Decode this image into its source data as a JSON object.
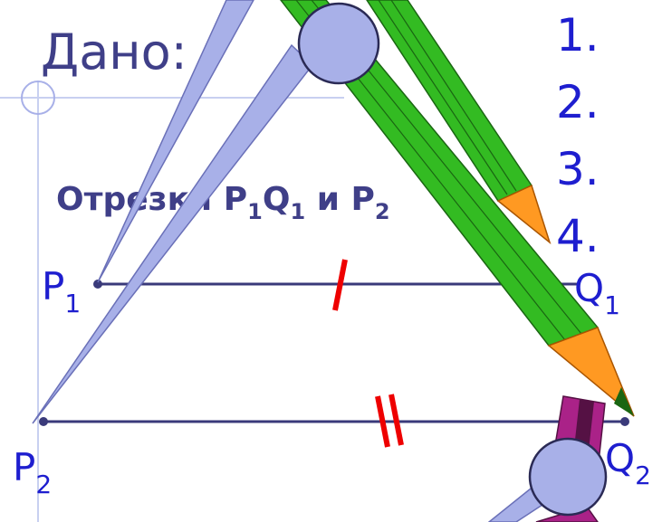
{
  "slide": {
    "title": "Дано:",
    "subtitle": {
      "prefix": "Отрезки P",
      "s1": "1",
      "mid": "Q",
      "s2": "1",
      "rest": " и P",
      "s3": "2"
    }
  },
  "steps": [
    "1.",
    "2.",
    "3.",
    "4."
  ],
  "points": {
    "p1": {
      "letter": "P",
      "index": "1"
    },
    "q1": {
      "letter": "Q",
      "index": "1"
    },
    "p2": {
      "letter": "P",
      "index": "2"
    },
    "q2": {
      "letter": "Q",
      "index": "2"
    }
  },
  "tick_marks": {
    "segment1": 1,
    "segment2": 2
  },
  "colors": {
    "text_dark": "#3f3f88",
    "text_blue": "#1e1ecf",
    "segment": "#3a3a7a",
    "tick": "#ee0000",
    "compass": "#a8b0e8",
    "pencil": "#33bb22",
    "pencil_tip": "#ff9922",
    "pencil2": "#aa2288"
  }
}
